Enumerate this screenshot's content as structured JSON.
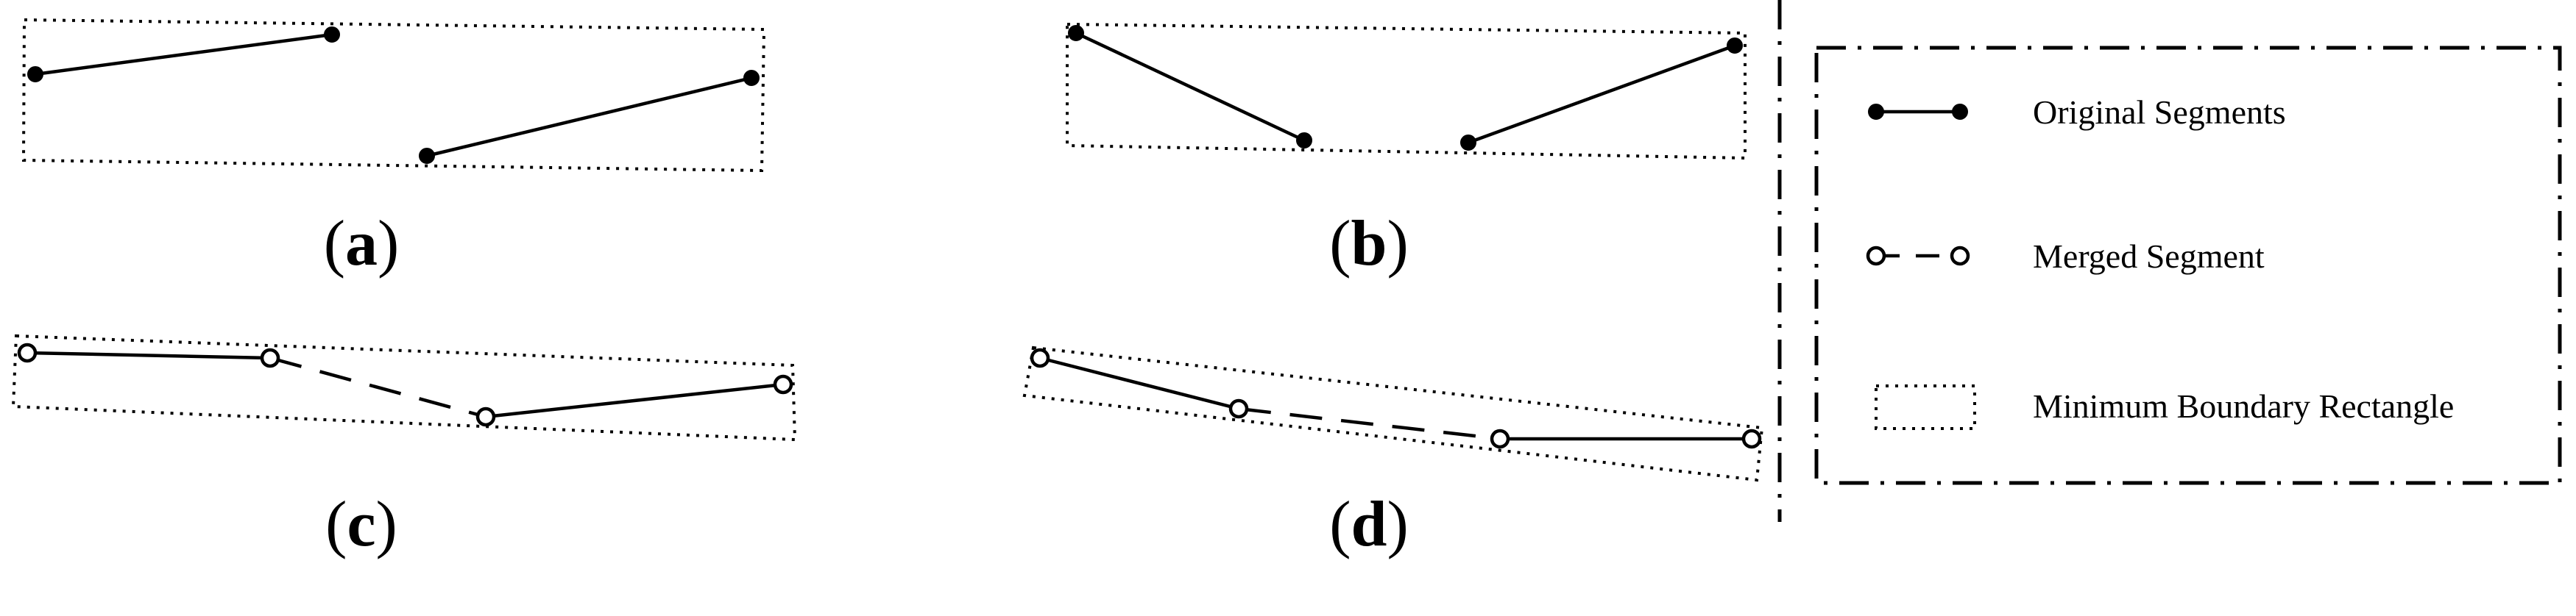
{
  "panels": [
    {
      "id": "a",
      "label": "a",
      "type": "original"
    },
    {
      "id": "b",
      "label": "b",
      "type": "original"
    },
    {
      "id": "c",
      "label": "c",
      "type": "merged"
    },
    {
      "id": "d",
      "label": "d",
      "type": "merged"
    }
  ],
  "legend": {
    "original": "Original Segments",
    "merged": "Merged Segment",
    "mbr": "Minimum Boundary Rectangle"
  },
  "label_parens": {
    "open": "(",
    "close": ")"
  }
}
